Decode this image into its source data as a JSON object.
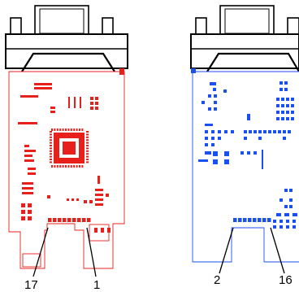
{
  "colors": {
    "top_layer": "#e8201c",
    "bottom_layer": "#1a4ff0",
    "outline": "#000000",
    "background": "#ffffff"
  },
  "views": [
    {
      "side": "top",
      "pin_labels": [
        "17",
        "1"
      ]
    },
    {
      "side": "bottom",
      "pin_labels": [
        "2",
        "16"
      ]
    }
  ]
}
